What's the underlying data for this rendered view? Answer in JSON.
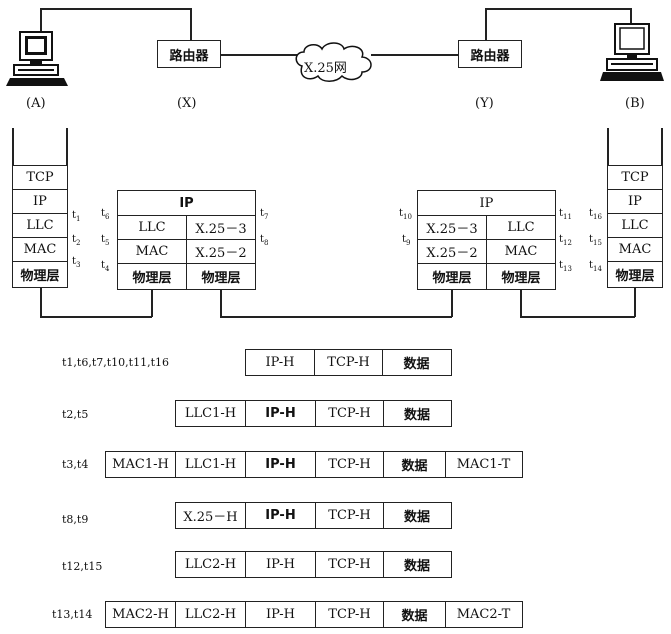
{
  "nodes": {
    "a": "(A)",
    "x": "(X)",
    "y": "(Y)",
    "b": "(B)",
    "router_x": "路由器",
    "router_y": "路由器",
    "x25_net": "X.25网"
  },
  "host_stack": [
    "TCP",
    "IP",
    "LLC",
    "MAC",
    "物理层"
  ],
  "router_x_stack": {
    "ip": "IP",
    "llc": "LLC",
    "x25_3": "X.25－3",
    "mac": "MAC",
    "x25_2": "X.25－2",
    "phy_left": "物理层",
    "phy_right": "物理层"
  },
  "router_y_stack": {
    "ip": "IP",
    "x25_3": "X.25－3",
    "llc": "LLC",
    "x25_2": "X.25－2",
    "mac": "MAC",
    "phy_left": "物理层",
    "phy_right": "物理层"
  },
  "time_labels": {
    "t1": "1",
    "t2": "2",
    "t3": "3",
    "t4": "4",
    "t5": "5",
    "t6": "6",
    "t7": "7",
    "t8": "8",
    "t9": "9",
    "t10": "10",
    "t11": "11",
    "t12": "12",
    "t13": "13",
    "t14": "14",
    "t15": "15",
    "t16": "16"
  },
  "frames": [
    {
      "label": "t1,t6,t7,t10,t11,t16",
      "cells": [
        "IP-H",
        "TCP-H",
        "数据"
      ]
    },
    {
      "label": "t2,t5",
      "cells": [
        "LLC1-H",
        "IP-H",
        "TCP-H",
        "数据"
      ]
    },
    {
      "label": "t3,t4",
      "cells": [
        "MAC1-H",
        "LLC1-H",
        "IP-H",
        "TCP-H",
        "数据",
        "MAC1-T"
      ]
    },
    {
      "label": "t8,t9",
      "cells": [
        "X.25－H",
        "IP-H",
        "TCP-H",
        "数据"
      ]
    },
    {
      "label": "t12,t15",
      "cells": [
        "LLC2-H",
        "IP-H",
        "TCP-H",
        "数据"
      ]
    },
    {
      "label": "t13,t14",
      "cells": [
        "MAC2-H",
        "LLC2-H",
        "IP-H",
        "TCP-H",
        "数据",
        "MAC2-T"
      ]
    }
  ]
}
